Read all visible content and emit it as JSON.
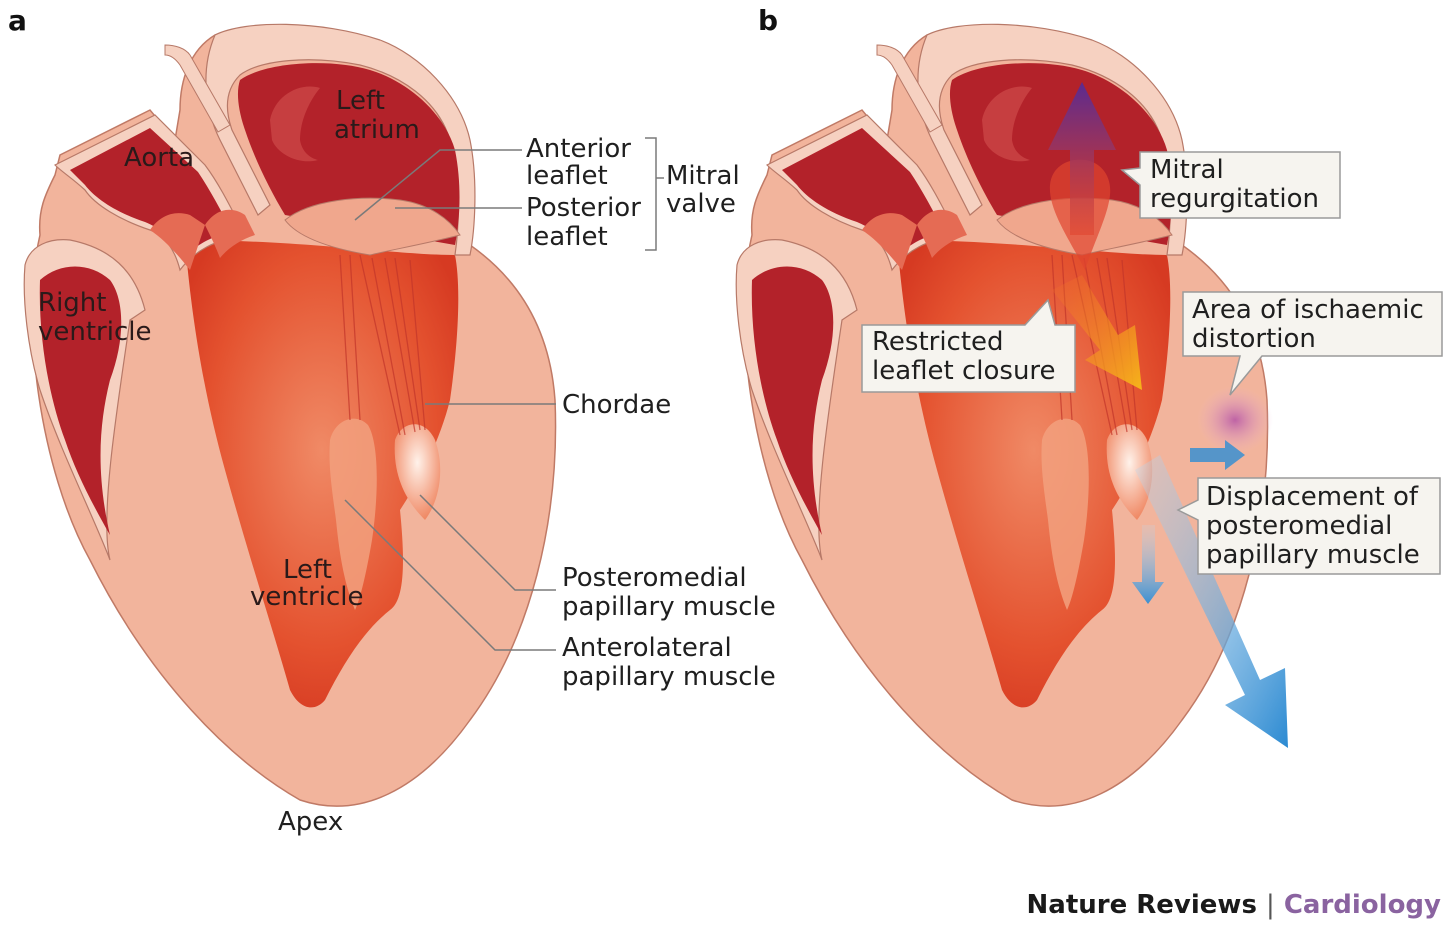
{
  "panels": {
    "a": "a",
    "b": "b"
  },
  "panel_a": {
    "aorta": "Aorta",
    "left_atrium": [
      "Left",
      "atrium"
    ],
    "right_ventricle": [
      "Right",
      "ventricle"
    ],
    "left_ventricle": [
      "Left",
      "ventricle"
    ],
    "apex": "Apex",
    "anterior_leaflet": [
      "Anterior",
      "leaflet"
    ],
    "posterior_leaflet": [
      "Posterior",
      "leaflet"
    ],
    "mitral_valve": [
      "Mitral",
      "valve"
    ],
    "chordae": "Chordae",
    "posteromedial": [
      "Posteromedial",
      "papillary muscle"
    ],
    "anterolateral": [
      "Anterolateral",
      "papillary muscle"
    ]
  },
  "panel_b": {
    "mitral_regurgitation": [
      "Mitral",
      "regurgitation"
    ],
    "restricted_leaflet": [
      "Restricted",
      "leaflet closure"
    ],
    "ischaemic_distortion": [
      "Area of ischaemic",
      "distortion"
    ],
    "displacement": [
      "Displacement of",
      "posteromedial",
      "papillary muscle"
    ]
  },
  "credit": {
    "journal": "Nature Reviews",
    "separator": "|",
    "section": "Cardiology"
  },
  "colors": {
    "outer_tissue": "#f1b39a",
    "muscle": "#e04a2c",
    "dark_chamber": "#b3222a",
    "wall_light": "#f6d1c1",
    "regurgitation_arrow": "#6a2a8f",
    "restriction_arrow": "#f5b21a",
    "displacement_arrow": "#3a8fd1",
    "ischaemia": "#c779b6"
  }
}
